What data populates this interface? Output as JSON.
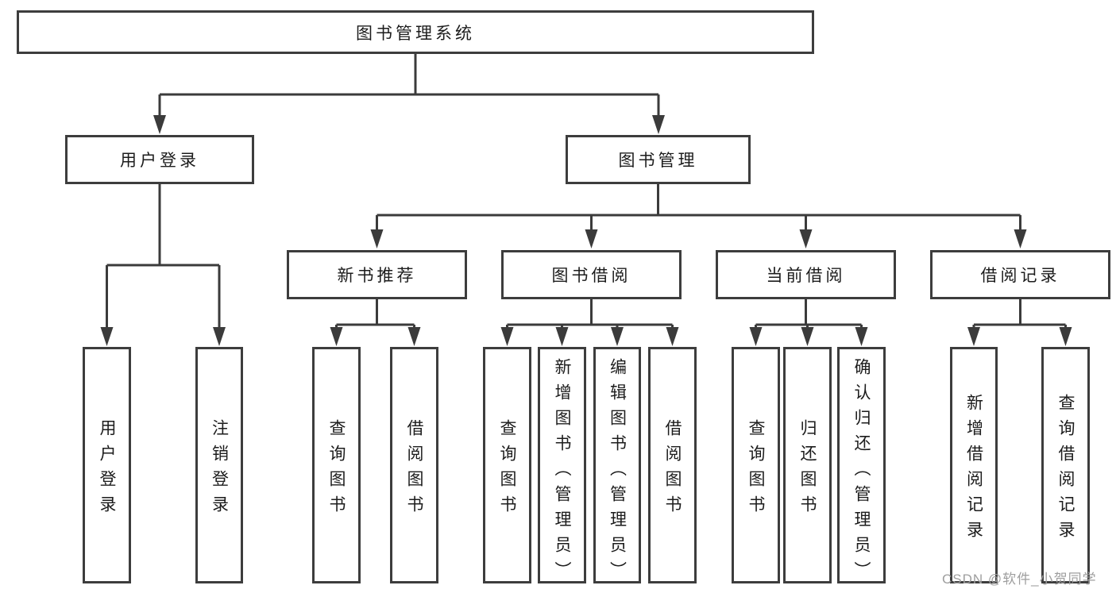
{
  "diagram_title": "图书管理系统",
  "tree": {
    "label": "图书管理系统",
    "children": [
      {
        "label": "用户登录",
        "children": [
          {
            "label": "用户登录"
          },
          {
            "label": "注销登录"
          }
        ]
      },
      {
        "label": "图书管理",
        "children": [
          {
            "label": "新书推荐",
            "children": [
              {
                "label": "查询图书"
              },
              {
                "label": "借阅图书"
              }
            ]
          },
          {
            "label": "图书借阅",
            "children": [
              {
                "label": "查询图书"
              },
              {
                "label": "新增图书（管理员）"
              },
              {
                "label": "编辑图书（管理员）"
              },
              {
                "label": "借阅图书"
              }
            ]
          },
          {
            "label": "当前借阅",
            "children": [
              {
                "label": "查询图书"
              },
              {
                "label": "归还图书"
              },
              {
                "label": "确认归还（管理员）"
              }
            ]
          },
          {
            "label": "借阅记录",
            "children": [
              {
                "label": "新增借阅记录"
              },
              {
                "label": "查询借阅记录"
              }
            ]
          }
        ]
      }
    ]
  },
  "watermark": {
    "text": "CSDN @软件_小贺同学"
  },
  "colors": {
    "line": "#3b3b3b",
    "border": "#3d3d3d",
    "text": "#1c1c1c",
    "watermark": "#9e9e9e",
    "background": "#ffffff"
  }
}
